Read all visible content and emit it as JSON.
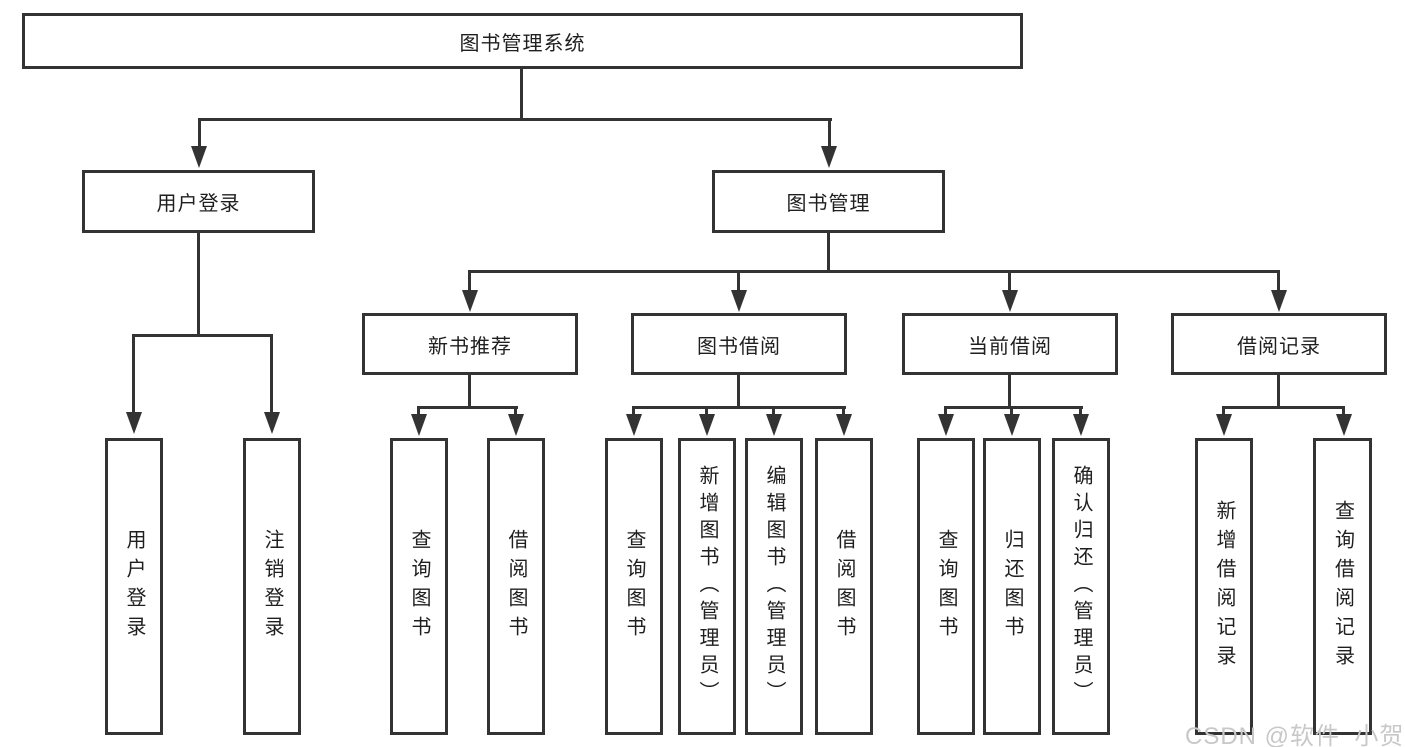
{
  "nodes": {
    "root": "图书管理系统",
    "user_login": "用户登录",
    "book_mgmt": "图书管理",
    "new_book": "新书推荐",
    "borrow": "图书借阅",
    "current": "当前借阅",
    "records": "借阅记录"
  },
  "leaves": {
    "user_login": [
      "用户登录",
      "注销登录"
    ],
    "new_book": [
      "查询图书",
      "借阅图书"
    ],
    "borrow": [
      "查询图书",
      "新增图书（管理员）",
      "编辑图书（管理员）",
      "借阅图书"
    ],
    "current": [
      "查询图书",
      "归还图书",
      "确认归还（管理员）"
    ],
    "records": [
      "新增借阅记录",
      "查询借阅记录"
    ]
  },
  "watermark": "CSDN @软件_小贺同学",
  "colors": {
    "line": "#333333",
    "text": "#1f1f1f",
    "watermark": "#c8c8c8",
    "background": "#ffffff"
  }
}
